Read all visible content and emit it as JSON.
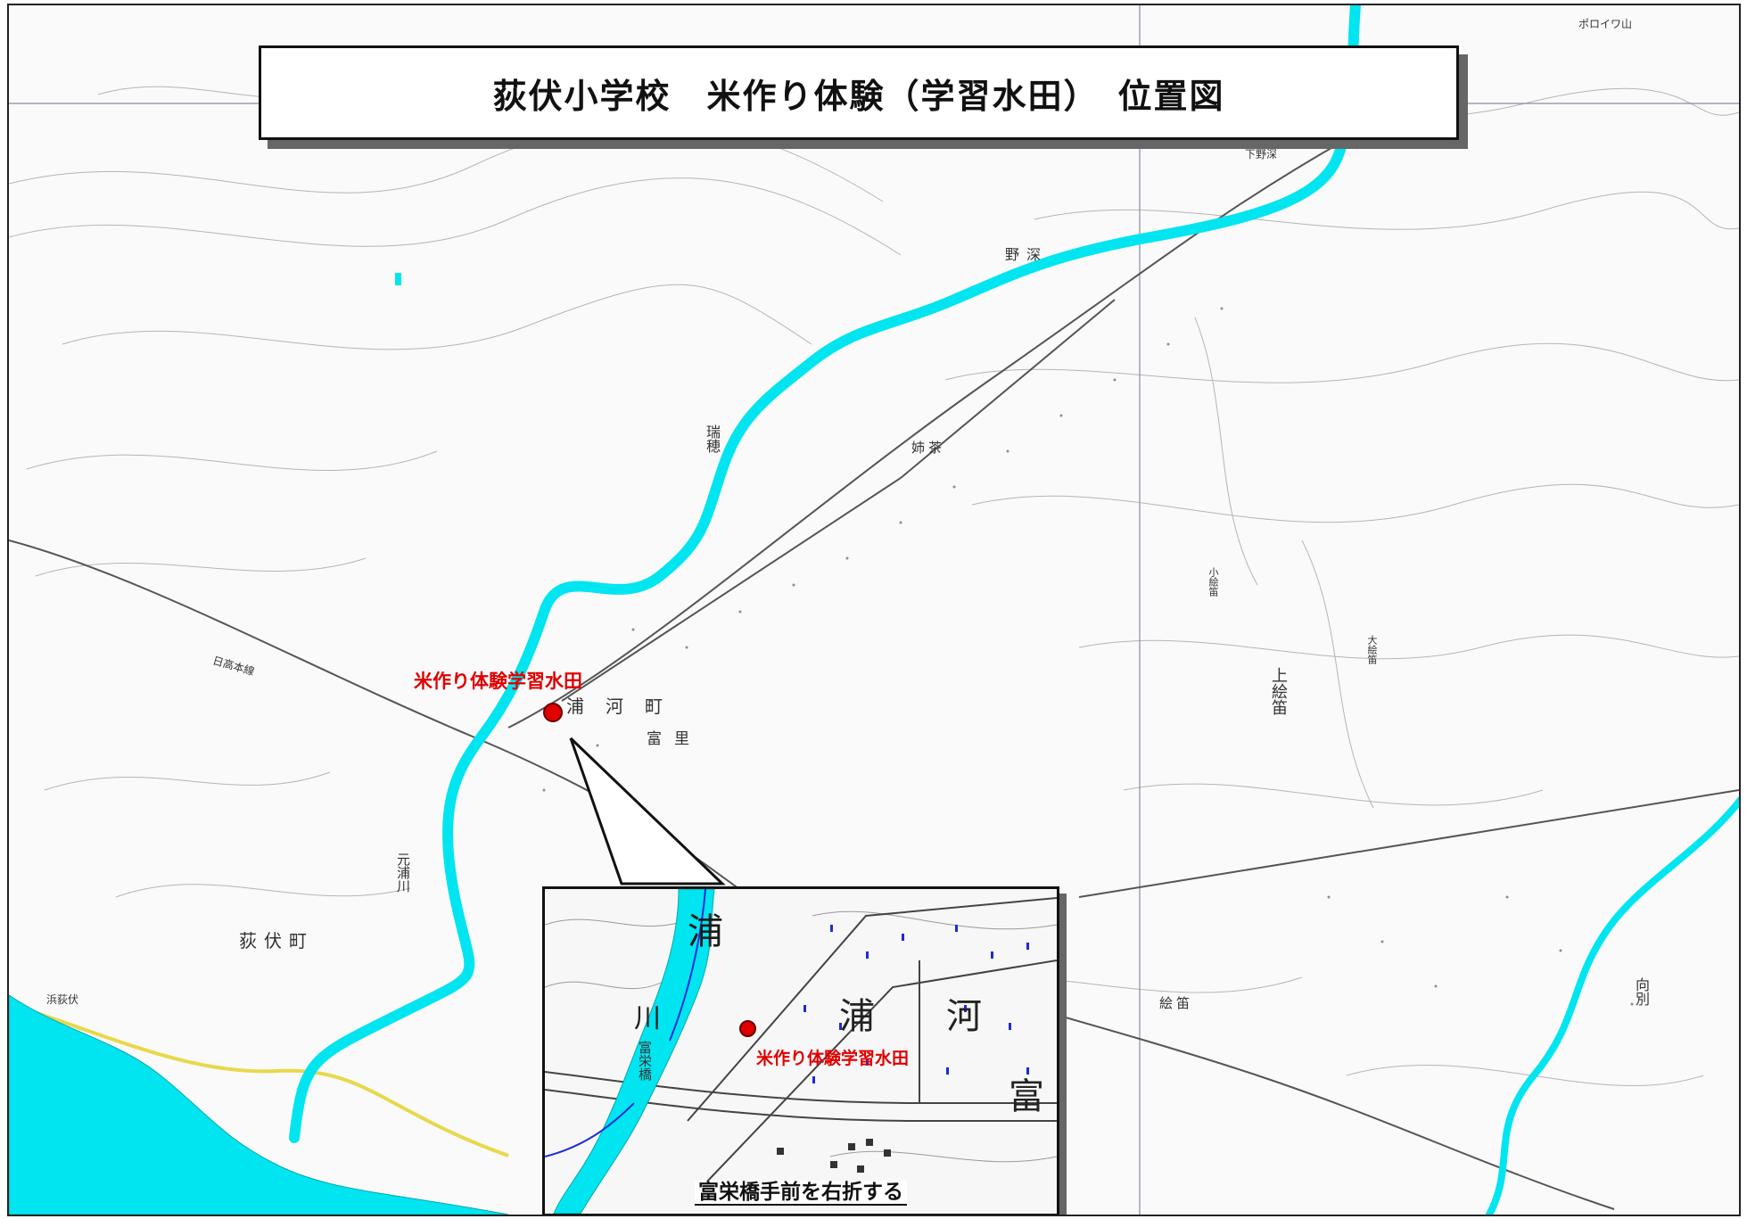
{
  "title": "荻伏小学校　米作り体験（学習水田）　位置図",
  "site_label": "米作り体験学習水田",
  "inset": {
    "site_label": "米作り体験学習水田",
    "instruction": "富栄橋手前を右折する",
    "place_labels": [
      "浦",
      "河",
      "富",
      "川",
      "富栄橋",
      "浦"
    ]
  },
  "map_labels": {
    "uraka_town": "浦河町",
    "tomisato": "富里",
    "ogifushi_town": "荻伏町",
    "motourakawa": "元浦川",
    "nofuka": "野深",
    "shimonofuka": "下野深",
    "mizuho": "瑞穂",
    "myocha": "姉茶",
    "kamiefue": "上絵笛",
    "efue": "絵笛",
    "muko_betsu": "向別",
    "poroiwa": "ポロイワ山",
    "hidaka_line": "日高本線",
    "hama_ogifushi": "浜荻伏",
    "koefue": "小絵笛",
    "oefue": "大絵笛"
  },
  "colors": {
    "river": "#00e5f0",
    "sea": "#00e5f0",
    "road": "#e8d84a",
    "marker": "#e00000",
    "contour": "#9a9a9a"
  }
}
